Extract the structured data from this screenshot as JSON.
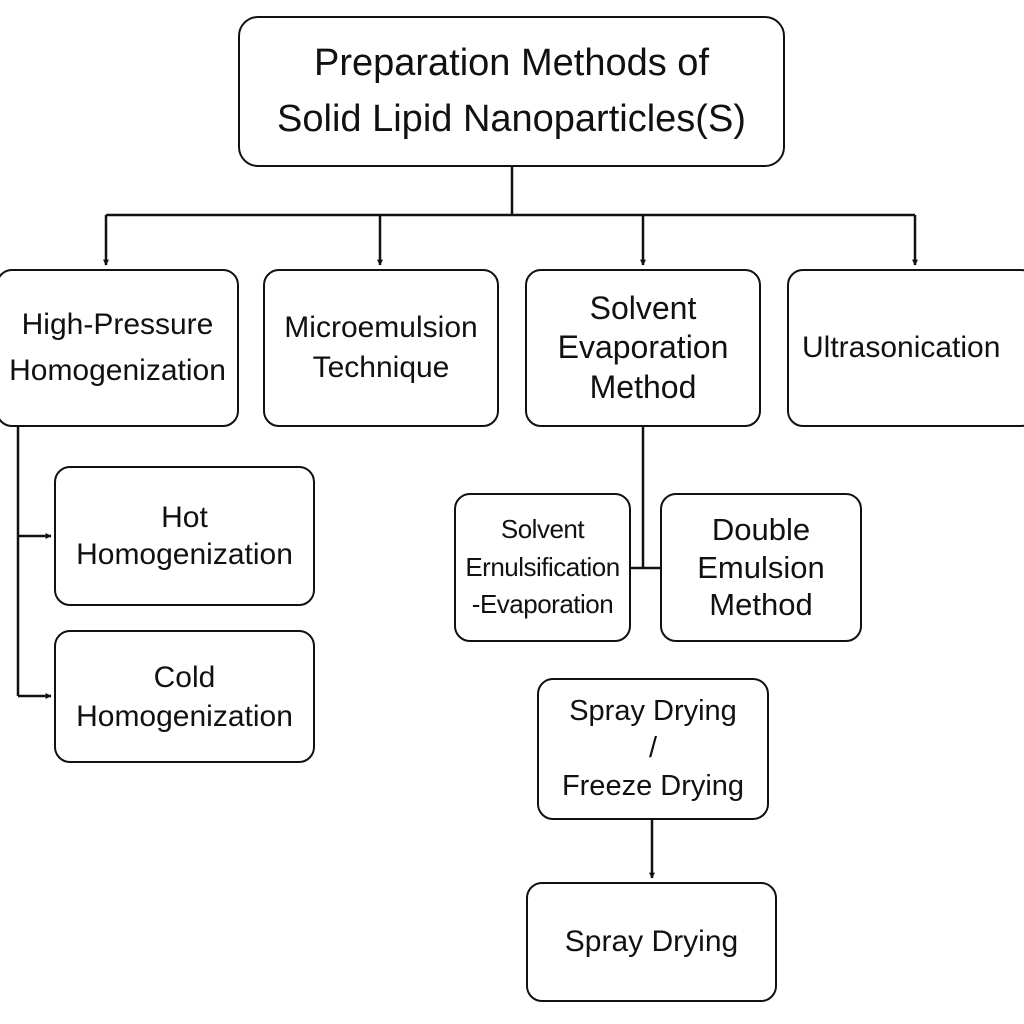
{
  "diagram": {
    "root": {
      "label": "Preparation Methods of\nSolid Lipid Nanoparticles(S)"
    },
    "methods": [
      {
        "label": "High-Pressure\nHomogenization"
      },
      {
        "label": "Microemulsion\nTechnique"
      },
      {
        "label": "Solvent\nEvaporation\nMethod"
      },
      {
        "label": "Ultrasonication"
      }
    ],
    "homogenization_types": [
      {
        "label": "Hot\nHomogenization"
      },
      {
        "label": "Cold\nHomogenization"
      }
    ],
    "solvent_methods": [
      {
        "label": "Solvent\nErnulsification\n-Evaporation"
      },
      {
        "label": "Double\nEmulsion\nMethod"
      }
    ],
    "drying": [
      {
        "label": "Spray Drying\n/\nFreeze Drying"
      },
      {
        "label": "Spray Drying"
      }
    ],
    "colors": {
      "stroke": "#111111",
      "background": "#ffffff"
    }
  }
}
